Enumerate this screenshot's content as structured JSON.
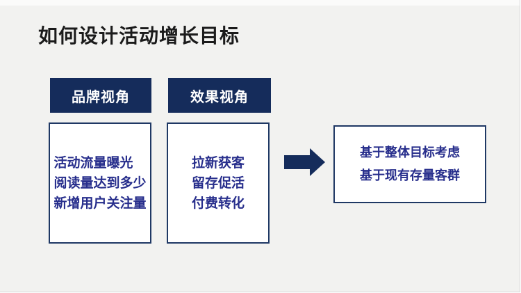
{
  "slide": {
    "title": "如何设计活动增长目标",
    "columns": [
      {
        "header": "品牌视角",
        "items": [
          "活动流量曝光",
          "阅读量达到多少",
          "新增用户关注量"
        ]
      },
      {
        "header": "效果视角",
        "items": [
          "拉新获客",
          "留存促活",
          "付费转化"
        ]
      }
    ],
    "arrow": {
      "icon": "right-arrow-icon",
      "color": "#152c5b"
    },
    "result_box": {
      "lines": [
        "基于整体目标考虑",
        "基于现有存量客群"
      ]
    },
    "colors": {
      "background": "#f2f2f0",
      "navy_fill": "#152c5b",
      "box_border": "#1f3864",
      "body_text_blue": "#272e8c",
      "title_text": "#1b1b1b",
      "box_background": "#ffffff",
      "header_text": "#ffffff"
    }
  }
}
